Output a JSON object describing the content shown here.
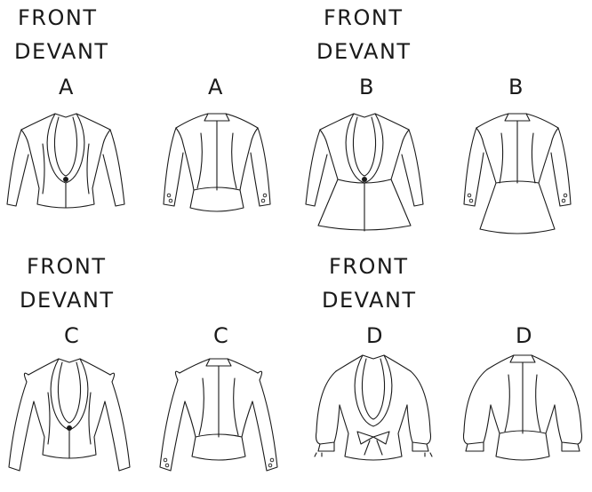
{
  "labels": {
    "front": "FRONT",
    "devant": "DEVANT",
    "a": "A",
    "b": "B",
    "c": "C",
    "d": "D"
  },
  "views": [
    {
      "view": "A",
      "side": "front"
    },
    {
      "view": "A",
      "side": "back"
    },
    {
      "view": "B",
      "side": "front"
    },
    {
      "view": "B",
      "side": "back"
    },
    {
      "view": "C",
      "side": "front"
    },
    {
      "view": "C",
      "side": "back"
    },
    {
      "view": "D",
      "side": "front"
    },
    {
      "view": "D",
      "side": "back"
    }
  ]
}
